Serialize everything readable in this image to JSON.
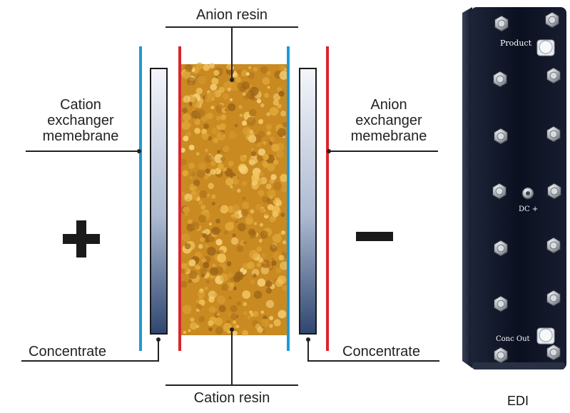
{
  "labels": {
    "anion_resin": "Anion resin",
    "cation_resin": "Cation resin",
    "cation_membrane": [
      "Cation",
      "exchanger",
      "memebrane"
    ],
    "anion_membrane": [
      "Anion",
      "exchanger",
      "memebrane"
    ],
    "concentrate_left": "Concentrate",
    "concentrate_right": "Concentrate",
    "plus_sign": "+",
    "minus_sign": "−"
  },
  "device": {
    "product": "Product",
    "dc": "DC +",
    "conc_out": "Conc Out",
    "caption": "EDI"
  },
  "colors": {
    "blue_line": "#1e9ad6",
    "red_line": "#d9262c",
    "resin": "#c98a22",
    "device_body": "#0b1020",
    "label_line": "#222222"
  }
}
